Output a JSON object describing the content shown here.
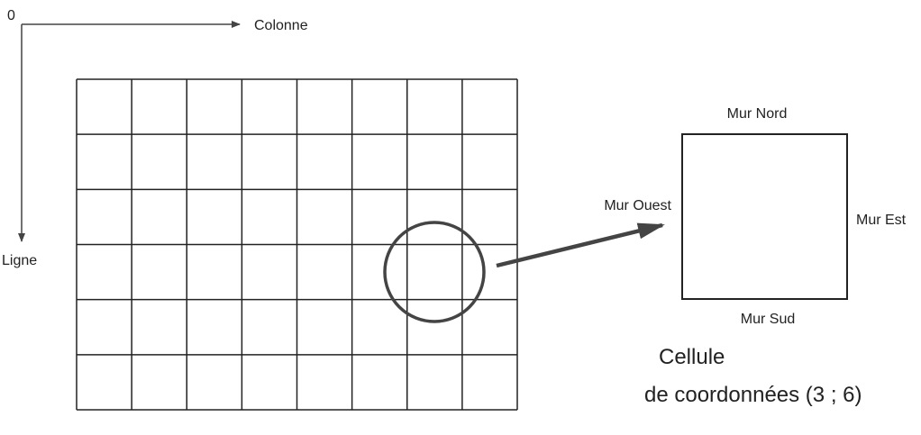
{
  "axes": {
    "origin_label": "0",
    "column_label": "Colonne",
    "row_label": "Ligne"
  },
  "grid": {
    "rows": 6,
    "columns": 8,
    "highlight": {
      "row": 3,
      "column": 6
    }
  },
  "cell": {
    "wall_north": "Mur Nord",
    "wall_south": "Mur Sud",
    "wall_east": "Mur Est",
    "wall_west": "Mur Ouest",
    "caption_line1": "Cellule",
    "caption_line2": "de coordonnées (3 ; 6)"
  },
  "colors": {
    "line": "#222222",
    "highlight": "#444444"
  }
}
